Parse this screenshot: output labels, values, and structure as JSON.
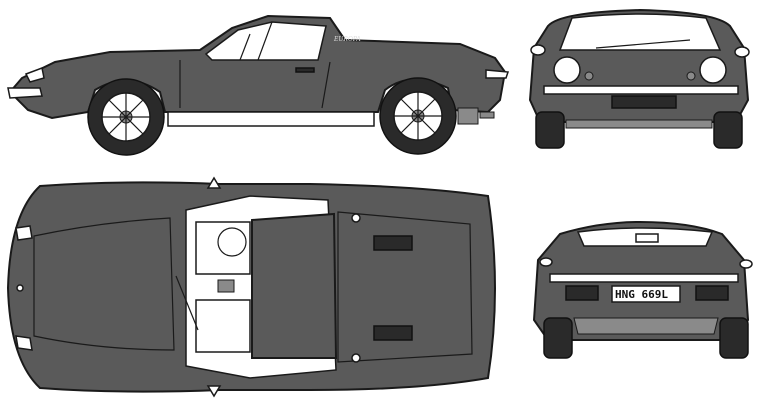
{
  "views": {
    "side": "side-view",
    "front": "front-view",
    "top": "top-view",
    "rear": "rear-view"
  },
  "plate": {
    "text": "HNG 669L"
  },
  "badge": {
    "script": "EUROPA"
  },
  "colors": {
    "body": "#5a5a5a",
    "outline": "#1a1a1a",
    "background": "#ffffff"
  }
}
